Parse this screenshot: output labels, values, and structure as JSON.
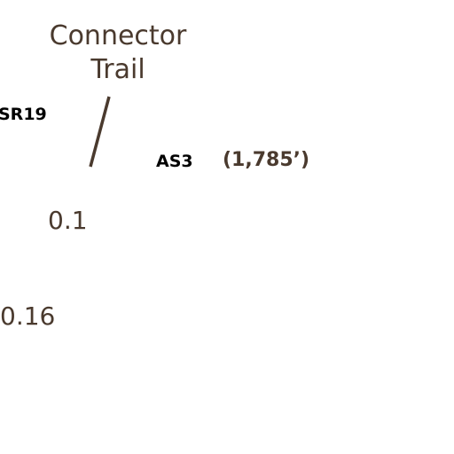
{
  "map": {
    "title_lines": [
      "Connector",
      "Trail"
    ],
    "route_labels": [
      "SR19",
      "AS3"
    ],
    "elevation": "(1,785’)",
    "distances": [
      "0.1",
      "0.16"
    ],
    "colors": {
      "text_brown": "#4a3a2e",
      "route_label": "#000000",
      "trail_line": "#4a3a2e",
      "background": "#ffffff"
    }
  }
}
